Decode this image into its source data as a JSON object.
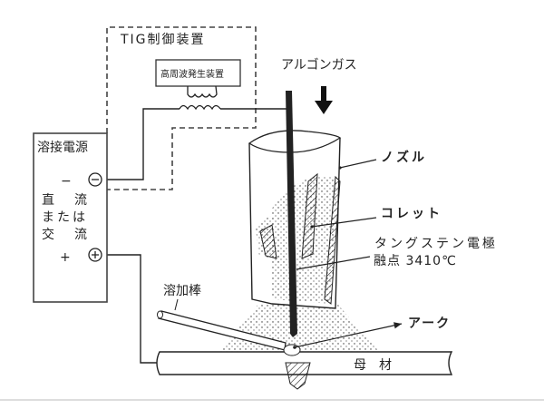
{
  "title": "TIG制御装置",
  "hf_unit": "高周波発生装置",
  "power_source": {
    "title": "溶接電源",
    "minus": "−",
    "plus": "+",
    "type_line1": [
      "直",
      "流"
    ],
    "type_line2": "または",
    "type_line3": [
      "交",
      "流"
    ]
  },
  "labels": {
    "argon": "アルゴンガス",
    "nozzle": "ノズル",
    "collet": "コレット",
    "electrode": "タングステン電極",
    "melting_point": "融点 3410℃",
    "filler": "溶加棒",
    "arc": "アーク",
    "base_metal": "母　材"
  }
}
